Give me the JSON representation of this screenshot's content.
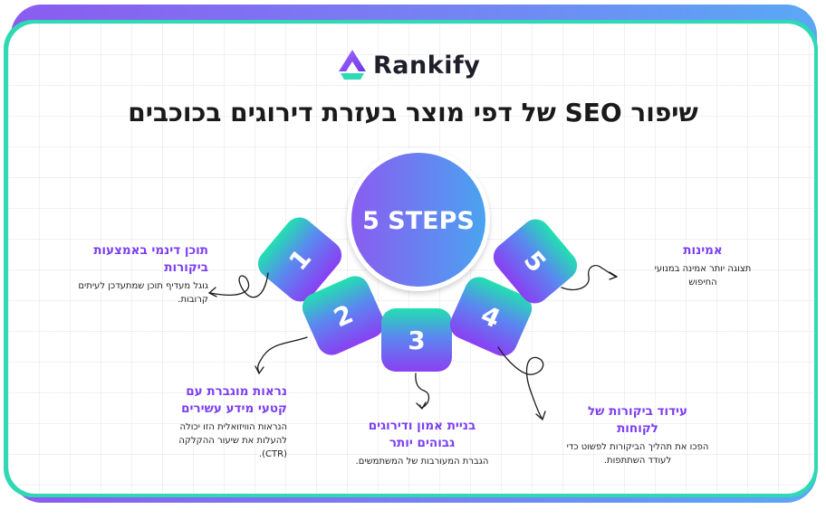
{
  "brand": {
    "name": "Rankify"
  },
  "title": "שיפור SEO של דפי מוצר בעזרת דירוגים בכוכבים",
  "hub": {
    "label": "5 STEPS"
  },
  "steps": [
    {
      "number": "1",
      "heading": "תוכן דינמי באמצעות ביקורות",
      "description": "גוגל מעדיף תוכן שמתעדכן לעיתים קרובות."
    },
    {
      "number": "2",
      "heading": "נראות מוגברת עם קטעי מידע עשירים",
      "description": "הנראות הוויזואלית הזו יכולה להעלות את שיעור ההקלקה (CTR)."
    },
    {
      "number": "3",
      "heading": "בניית אמון ודירוגים גבוהים יותר",
      "description": "הגברת המעורבות של המשתמשים."
    },
    {
      "number": "4",
      "heading": "עידוד ביקורות של לקוחות",
      "description": "הפכו את תהליך הביקורות לפשוט כדי לעודד השתתפות."
    },
    {
      "number": "5",
      "heading": "אמינות",
      "description": "תצוגה יותר אמינה במנועי החיפוש"
    }
  ],
  "colors": {
    "accent": "#7b3ff2",
    "teal": "#2fd9b4",
    "hub_start": "#8a5cf0",
    "hub_end": "#4aa3f0"
  }
}
